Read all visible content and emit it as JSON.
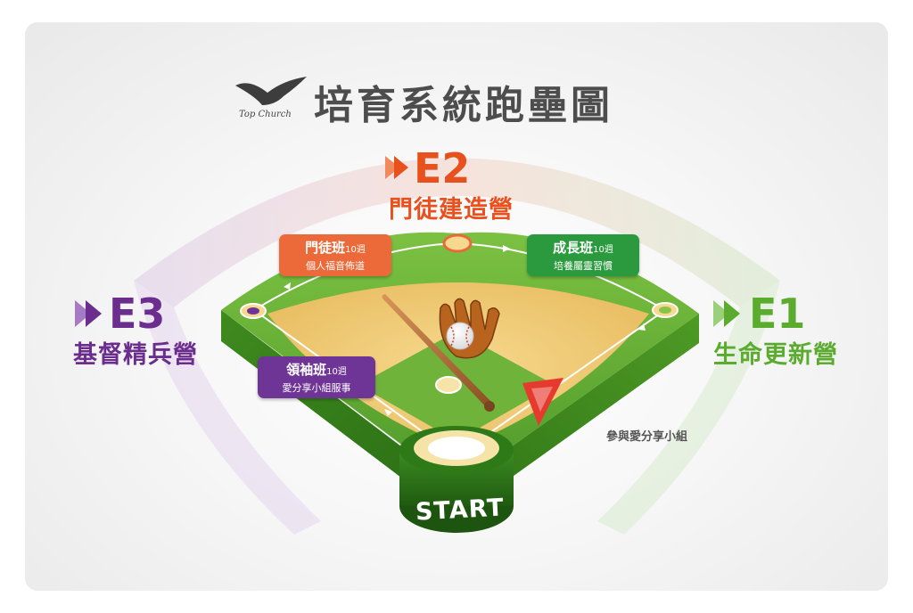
{
  "header": {
    "logo_text": "Top Church",
    "title": "培育系統跑壘圖"
  },
  "stages": {
    "e2": {
      "code": "E2",
      "name": "門徒建造營",
      "color": "#e8501e"
    },
    "e3": {
      "code": "E3",
      "name": "基督精兵營",
      "color": "#6b2d8e"
    },
    "e1": {
      "code": "E1",
      "name": "生命更新營",
      "color": "#5aab2e"
    }
  },
  "classes": {
    "disciple": {
      "name": "門徒班",
      "duration": "10週",
      "subtitle": "個人福音佈道",
      "color": "#ec6a3a"
    },
    "growth": {
      "name": "成長班",
      "duration": "10週",
      "subtitle": "培養屬靈習慣",
      "color": "#2b9a3f"
    },
    "leader": {
      "name": "領袖班",
      "duration": "10週",
      "subtitle": "愛分享小組服事",
      "color": "#6e3597"
    }
  },
  "notes": {
    "small_group": "參與愛分享小組"
  },
  "home_plate": {
    "label": "START"
  }
}
